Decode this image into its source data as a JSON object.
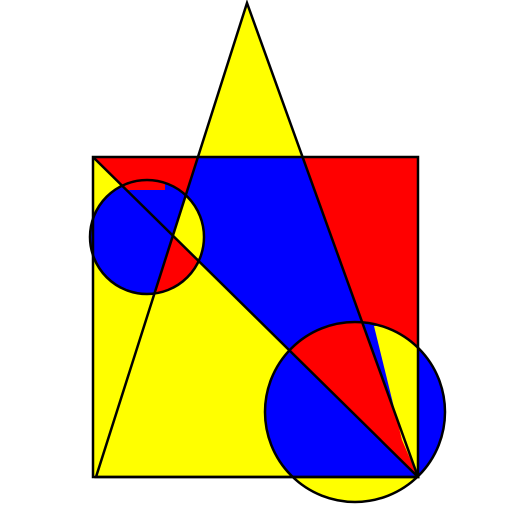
{
  "artwork": {
    "colors": {
      "background": "#ffffff",
      "red": "#ff0000",
      "yellow": "#ffff00",
      "blue": "#0000ff",
      "outline": "#000000"
    },
    "shapes": [
      "square",
      "triangle",
      "diagonal",
      "small-circle",
      "large-circle"
    ]
  }
}
